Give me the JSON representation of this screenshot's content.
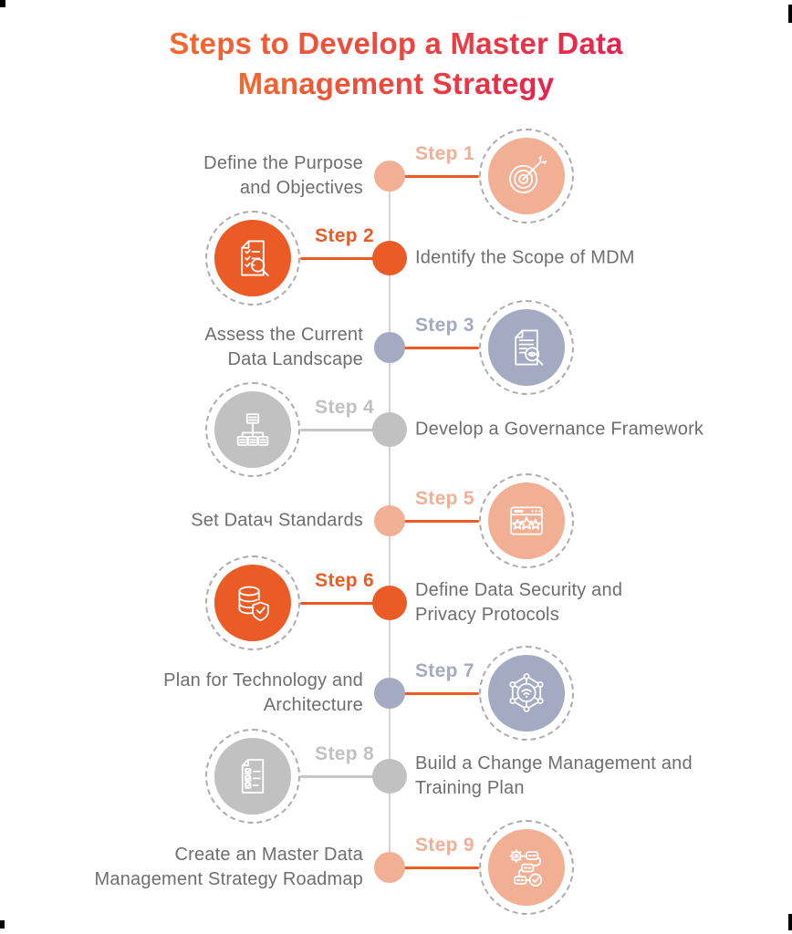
{
  "title": {
    "line1": "Steps to Develop a Master Data",
    "line2": "Management Strategy",
    "gradient_from": "#F26A2E",
    "gradient_to": "#E4234F"
  },
  "colors": {
    "orange": "#EA5B25",
    "salmon": "#F1AF94",
    "bluegray": "#A3AAC1",
    "gray": "#C1C1C1",
    "text": "#6E6E6E",
    "timeline": "#D6D6D6",
    "ring": "#ACACAC",
    "connector_gray": "#C6C6C6",
    "icon_stroke": "#FFFFFF",
    "background": "#FFFFFF"
  },
  "steps": [
    {
      "step_label": "Step 1",
      "title": "Define the Purpose\nand Objectives",
      "theme": "salmon",
      "connector": "orange",
      "icon": "target-icon",
      "side": "right"
    },
    {
      "step_label": "Step 2",
      "title": "Identify the Scope of MDM",
      "theme": "orange",
      "connector": "orange",
      "icon": "checklist-magnifier-icon",
      "side": "left"
    },
    {
      "step_label": "Step 3",
      "title": "Assess the Current\nData Landscape",
      "theme": "bluegray",
      "connector": "orange",
      "icon": "document-magnifier-icon",
      "side": "right"
    },
    {
      "step_label": "Step 4",
      "title": "Develop a Governance Framework",
      "theme": "gray",
      "connector": "gray",
      "icon": "hierarchy-icon",
      "side": "left"
    },
    {
      "step_label": "Step 5",
      "title": "Set Dataч Standards",
      "theme": "salmon",
      "connector": "orange",
      "icon": "browser-stars-icon",
      "side": "right"
    },
    {
      "step_label": "Step 6",
      "title": "Define Data Security and\nPrivacy Protocols",
      "theme": "orange",
      "connector": "orange",
      "icon": "database-shield-icon",
      "side": "left"
    },
    {
      "step_label": "Step 7",
      "title": "Plan for Technology and\nArchitecture",
      "theme": "bluegray",
      "connector": "orange",
      "icon": "network-hexagon-icon",
      "side": "right"
    },
    {
      "step_label": "Step 8",
      "title": "Build a Change Management and\nTraining Plan",
      "theme": "gray",
      "connector": "gray",
      "icon": "checklist-icon",
      "side": "left"
    },
    {
      "step_label": "Step 9",
      "title": "Create an Master Data\nManagement Strategy Roadmap",
      "theme": "salmon",
      "connector": "orange",
      "icon": "process-roadmap-icon",
      "side": "right"
    }
  ]
}
